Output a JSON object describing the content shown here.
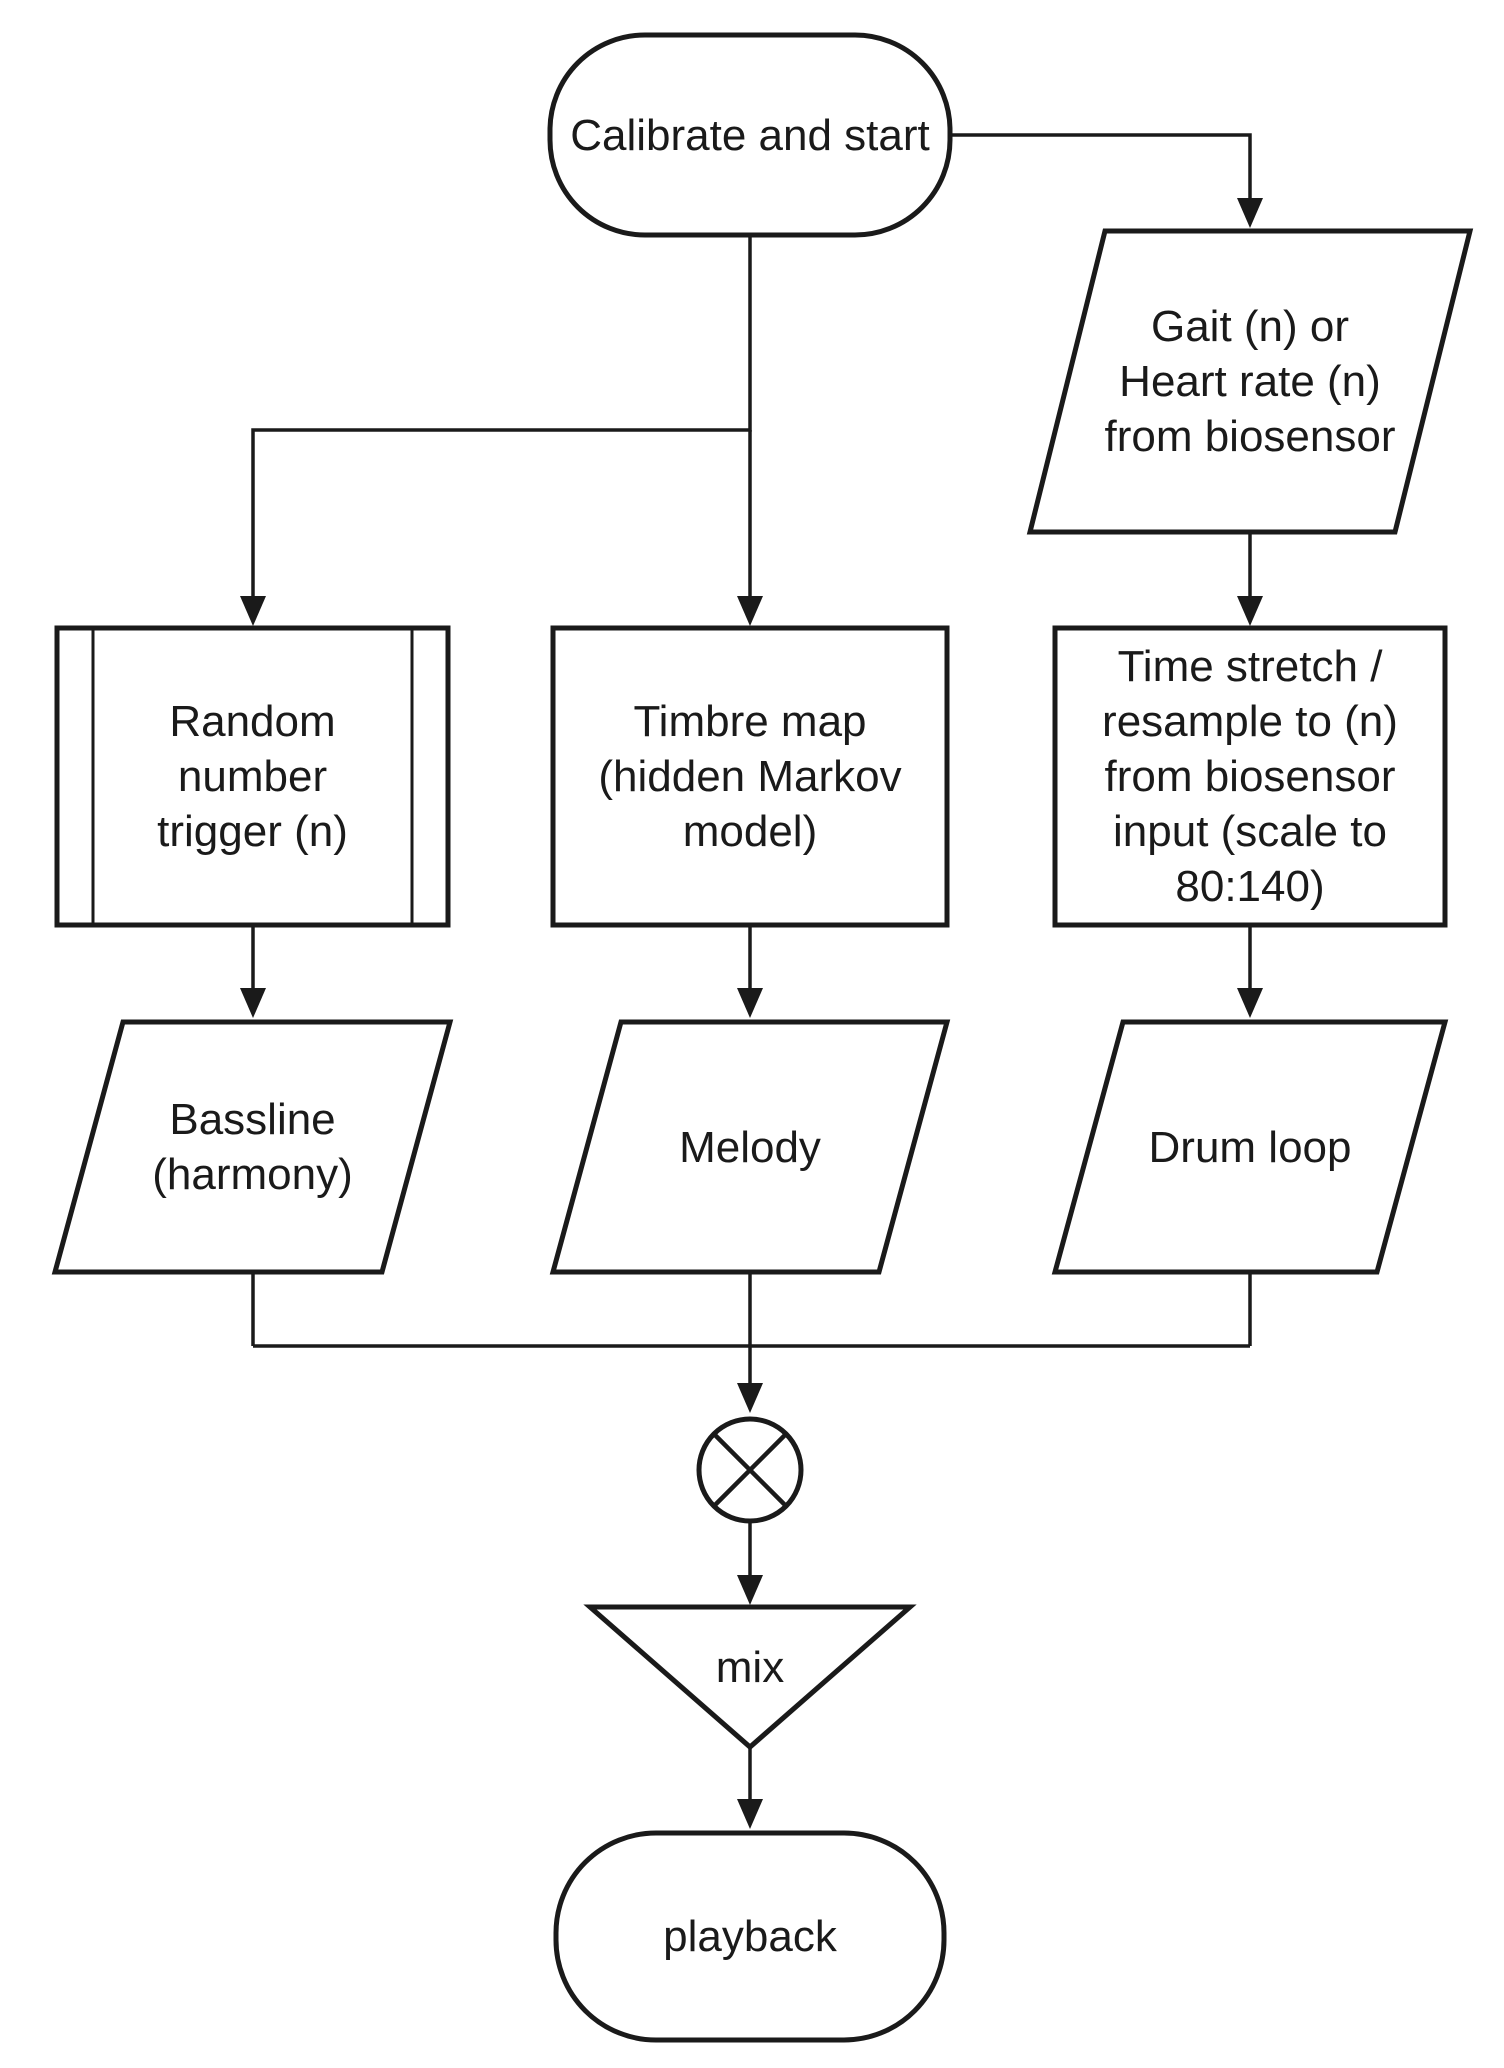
{
  "diagram": {
    "type": "flowchart",
    "background": "#ffffff",
    "line_color": "#1a1a1a",
    "text_color": "#1a1a1a",
    "nodes": {
      "calibrate": {
        "shape": "terminator",
        "label": "Calibrate and start"
      },
      "gait": {
        "shape": "input-output",
        "label": "Gait (n) or\nHeart rate (n)\nfrom biosensor"
      },
      "random": {
        "shape": "predefined-process",
        "label": "Random\nnumber\ntrigger (n)"
      },
      "timbre": {
        "shape": "process",
        "label": "Timbre map\n(hidden Markov\nmodel)"
      },
      "timestretch": {
        "shape": "process",
        "label": "Time stretch /\nresample to (n)\nfrom biosensor\ninput (scale to\n80:140)"
      },
      "bassline": {
        "shape": "input-output",
        "label": "Bassline\n(harmony)"
      },
      "melody": {
        "shape": "input-output",
        "label": "Melody"
      },
      "drumloop": {
        "shape": "input-output",
        "label": "Drum loop"
      },
      "multiplier": {
        "shape": "circle-multiply",
        "label": ""
      },
      "mix": {
        "shape": "inverted-triangle",
        "label": "mix"
      },
      "playback": {
        "shape": "terminator",
        "label": "playback"
      }
    },
    "edges": [
      {
        "from": "calibrate",
        "to": "gait"
      },
      {
        "from": "calibrate",
        "to": "random"
      },
      {
        "from": "calibrate",
        "to": "timbre"
      },
      {
        "from": "gait",
        "to": "timestretch"
      },
      {
        "from": "random",
        "to": "bassline"
      },
      {
        "from": "timbre",
        "to": "melody"
      },
      {
        "from": "timestretch",
        "to": "drumloop"
      },
      {
        "from": "bassline",
        "to": "multiplier"
      },
      {
        "from": "melody",
        "to": "multiplier"
      },
      {
        "from": "drumloop",
        "to": "multiplier"
      },
      {
        "from": "multiplier",
        "to": "mix"
      },
      {
        "from": "mix",
        "to": "playback"
      }
    ]
  }
}
